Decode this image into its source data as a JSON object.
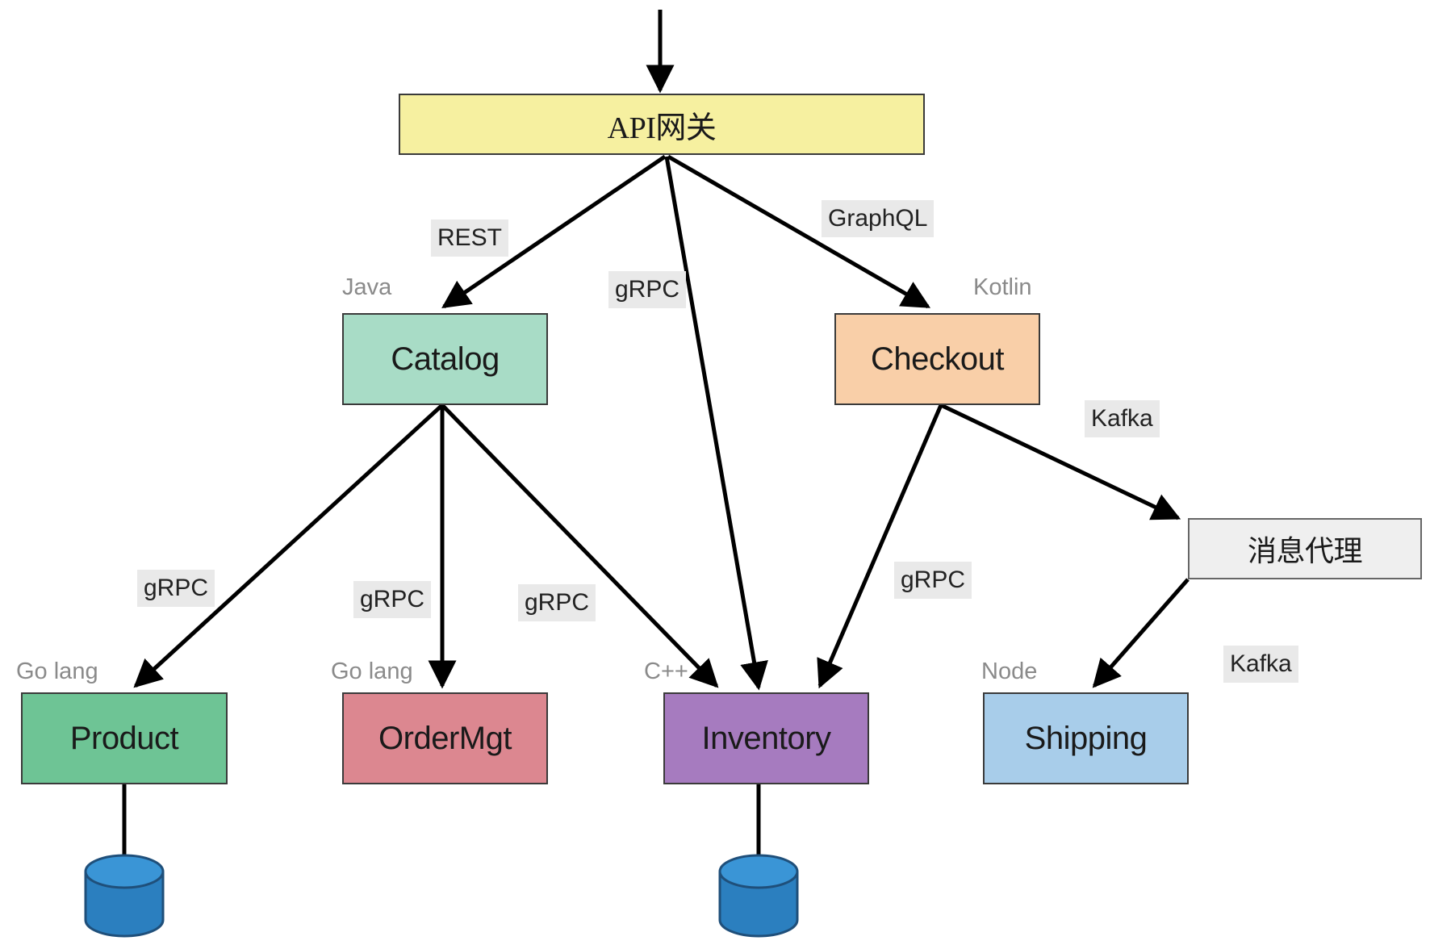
{
  "colors": {
    "gateway": "#f6f0a0",
    "catalog": "#a8dcc6",
    "checkout": "#f9cfa8",
    "broker": "#efefef",
    "product": "#6ec495",
    "ordermgt": "#dc8790",
    "inventory": "#a67bbf",
    "shipping": "#a8cdea",
    "database": "#2b7fbf"
  },
  "nodes": {
    "gateway": "API网关",
    "catalog": "Catalog",
    "checkout": "Checkout",
    "broker": "消息代理",
    "product": "Product",
    "ordermgt": "OrderMgt",
    "inventory": "Inventory",
    "shipping": "Shipping"
  },
  "languages": {
    "catalog": "Java",
    "checkout": "Kotlin",
    "product": "Go lang",
    "ordermgt": "Go lang",
    "inventory": "C++",
    "shipping": "Node"
  },
  "edge_labels": {
    "gateway_catalog": "REST",
    "gateway_inventory": "gRPC",
    "gateway_checkout": "GraphQL",
    "checkout_broker": "Kafka",
    "catalog_product": "gRPC",
    "catalog_ordermgt": "gRPC",
    "catalog_inventory": "gRPC",
    "checkout_inventory": "gRPC",
    "broker_shipping": "Kafka"
  },
  "icons": {
    "product_db": "database-icon",
    "inventory_db": "database-icon"
  }
}
